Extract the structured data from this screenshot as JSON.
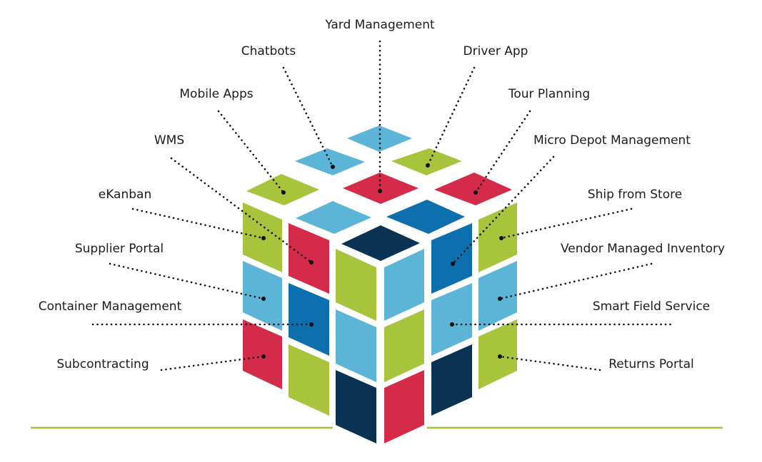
{
  "diagram": {
    "colors": {
      "green": "#a8c43c",
      "red": "#d42b4a",
      "light_blue": "#5cb4d6",
      "mid_blue": "#0e6fae",
      "navy": "#0a3353",
      "ground_line": "#a6c23a",
      "leader_line": "#111111",
      "label_text": "#1c1c1c"
    },
    "labels": [
      "Yard Management",
      "Chatbots",
      "Driver App",
      "Mobile Apps",
      "Tour Planning",
      "WMS",
      "Micro Depot Management",
      "eKanban",
      "Ship from Store",
      "Supplier Portal",
      "Vendor Managed Inventory",
      "Container Management",
      "Smart Field Service",
      "Subcontracting",
      "Returns Portal"
    ]
  }
}
